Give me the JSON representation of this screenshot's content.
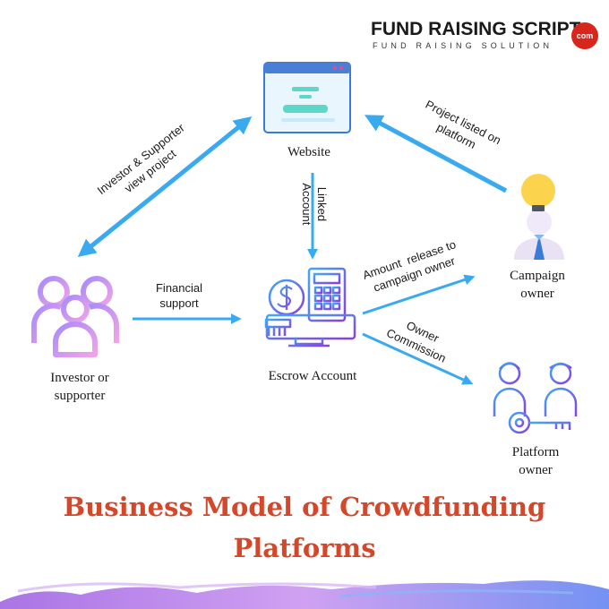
{
  "logo": {
    "main": "FUND RAISING SCRIPT",
    "tagline": "FUND   RAISING  SOLUTION",
    "badge": "com"
  },
  "nodes": {
    "website": "Website",
    "escrow": "Escrow Account",
    "investor_line1": "Investor or",
    "investor_line2": "supporter",
    "campaign_line1": "Campaign",
    "campaign_line2": "owner",
    "platform_line1": "Platform",
    "platform_line2": "owner"
  },
  "edges": {
    "investor_view": "Investor & Supporter\nview project",
    "project_listed": "Project listed on\nplatform",
    "linked_account": "Linked\nAccount",
    "financial_support": "Financial\nsupport",
    "amount_release": "Amount  release to\ncampaign owner",
    "owner_commission": "Owner\nCommission"
  },
  "title": {
    "line1": "Business Model of Crowdfunding",
    "line2": "Platforms"
  },
  "colors": {
    "arrow": "#3aaaf0",
    "title": "#d4472a",
    "logo_badge": "#d9261c",
    "icon_purple": "#7b4fe0",
    "icon_blue": "#3a7bd5"
  }
}
